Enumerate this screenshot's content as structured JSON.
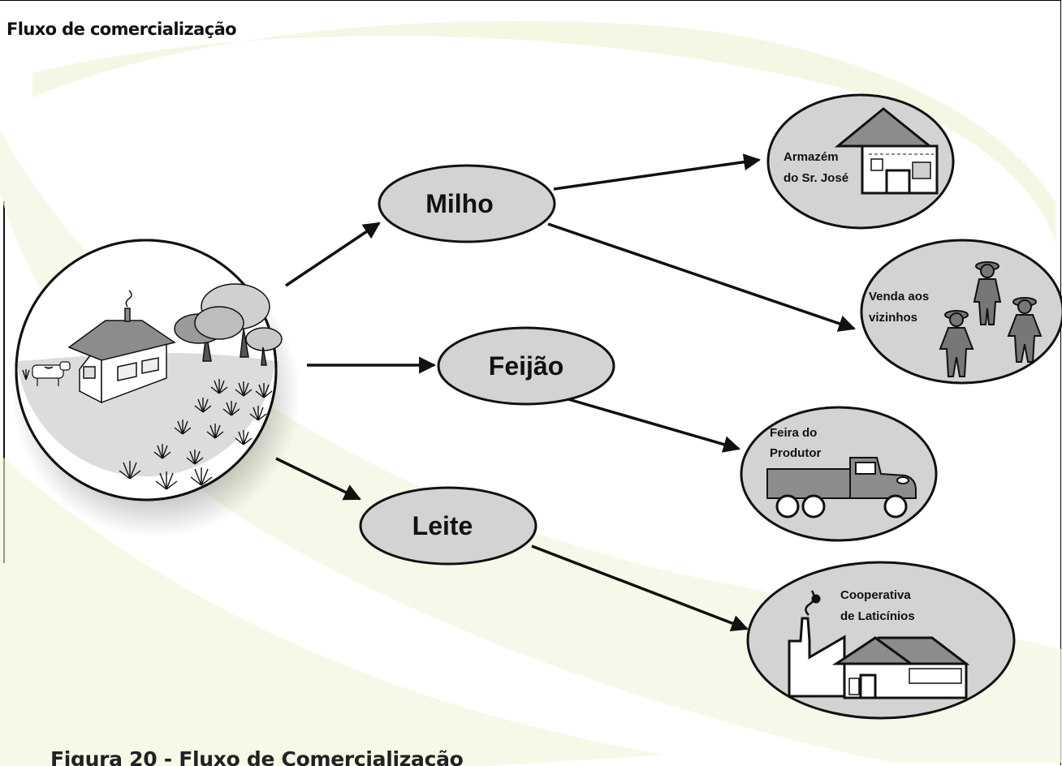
{
  "title": "Fluxo de comercialização",
  "caption": "Figura 20 - Fluxo de Comercialização",
  "products": {
    "milho": "Milho",
    "feijao": "Feijão",
    "leite": "Leite"
  },
  "destinations": {
    "armazem": {
      "line1": "Armazém",
      "line2": "do Sr. José"
    },
    "vizinhos": {
      "line1": "Venda aos",
      "line2": "vizinhos"
    },
    "feira": {
      "line1": "Feira do",
      "line2": "Produtor"
    },
    "cooperativa": {
      "line1": "Cooperativa",
      "line2": "de Laticínios"
    }
  },
  "colors": {
    "node_fill": "#d3d3d3",
    "house_roof": "#8c8c8c",
    "background_swirl": "#f3f4dc",
    "ink": "#111111"
  },
  "icons": [
    "farm-scene",
    "shop-icon",
    "people-icon",
    "truck-icon",
    "factory-icon"
  ]
}
